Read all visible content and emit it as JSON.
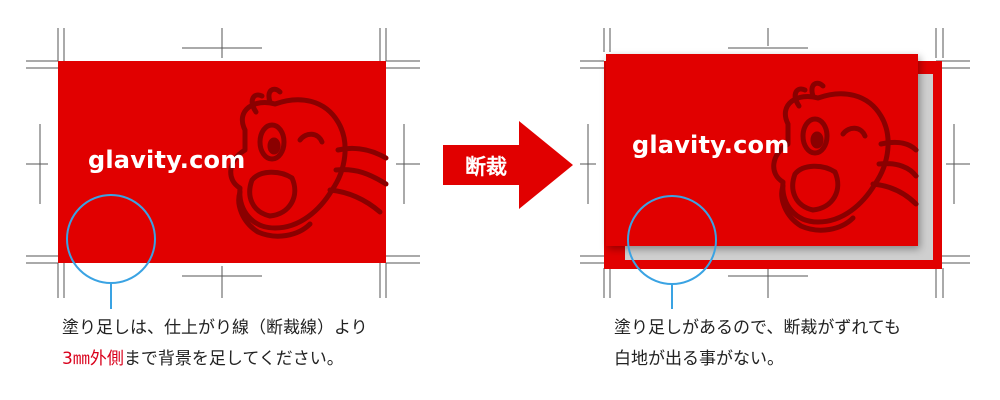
{
  "left_card": {
    "domain_text": "glavity.com",
    "caption_line1": "塗り足しは、仕上がり線（断裁線）より",
    "caption_highlight": "3㎜外側",
    "caption_line2_rest": "まで背景を足してください。"
  },
  "arrow": {
    "label": "断裁"
  },
  "right_card": {
    "domain_text": "glavity.com",
    "caption_line1": "塗り足しがあるので、断裁がずれても",
    "caption_line2": "白地が出る事がない。"
  },
  "colors": {
    "card_red": "#e10000",
    "mascot_line": "#8a0000",
    "circle_blue": "#3aa3e3",
    "highlight_red": "#d9001b",
    "shadow_gray": "#cfcfcf",
    "crop_mark": "#555555"
  }
}
